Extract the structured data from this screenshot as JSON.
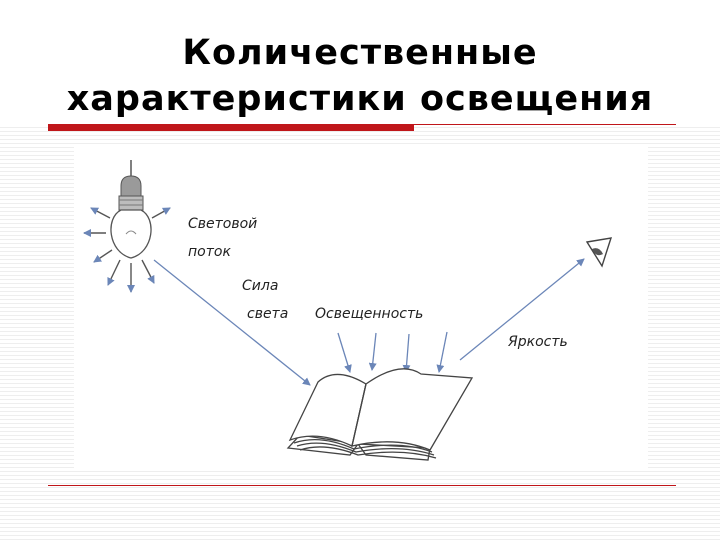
{
  "slide": {
    "title_line1": "Количественные",
    "title_line2": "характеристики освещения"
  },
  "diagram": {
    "labels": {
      "luminous_flux_1": "Световой",
      "luminous_flux_2": "поток",
      "intensity_1": "Сила",
      "intensity_2": "света",
      "illuminance": "Освещенность",
      "luminance": "Яркость"
    },
    "colors": {
      "arrow": "#6b86b8",
      "line": "#444444",
      "accent": "#c0161a"
    },
    "icons": [
      "light-bulb-icon",
      "open-book-icon",
      "eye-icon"
    ]
  }
}
